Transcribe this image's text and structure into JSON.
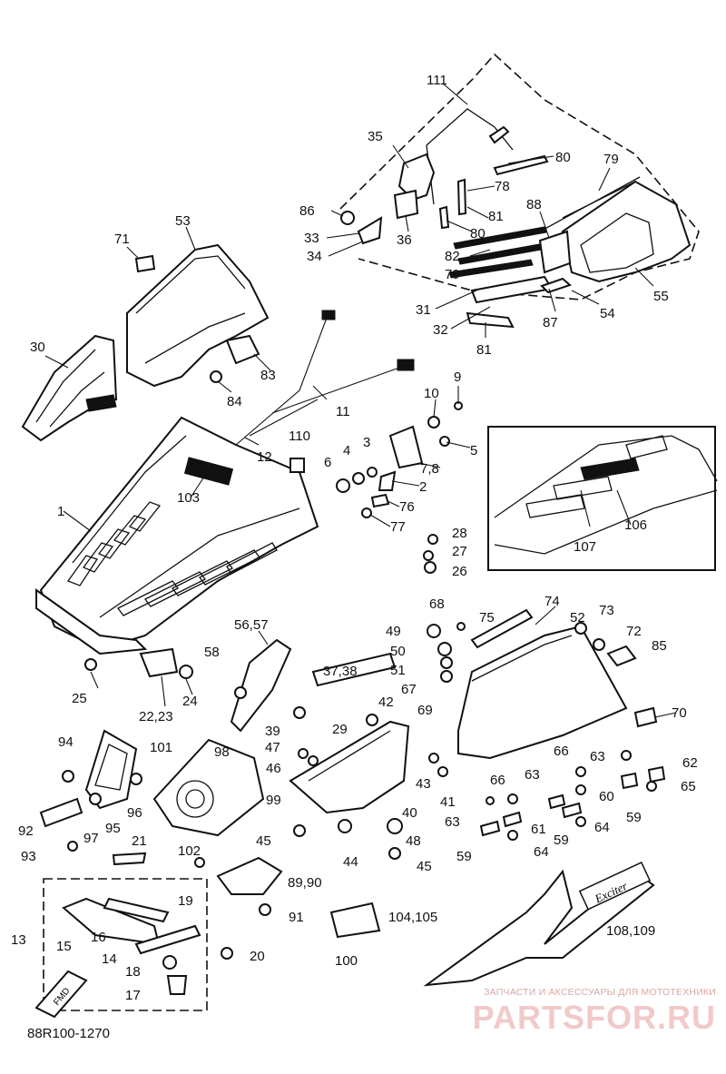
{
  "diagram": {
    "code": "88R100-1270",
    "labels": [
      "111",
      "35",
      "80",
      "79",
      "78",
      "86",
      "81",
      "88",
      "80",
      "33",
      "36",
      "34",
      "82",
      "79",
      "31",
      "32",
      "81",
      "87",
      "54",
      "55",
      "71",
      "53",
      "30",
      "83",
      "84",
      "11",
      "10",
      "9",
      "12",
      "110",
      "6",
      "4",
      "3",
      "5",
      "7,8",
      "2",
      "76",
      "77",
      "1",
      "103",
      "28",
      "27",
      "26",
      "106",
      "107",
      "68",
      "74",
      "56,57",
      "49",
      "75",
      "73",
      "52",
      "72",
      "50",
      "85",
      "51",
      "58",
      "67",
      "37,38",
      "69",
      "25",
      "42",
      "24",
      "22,23",
      "70",
      "39",
      "101",
      "98",
      "94",
      "47",
      "46",
      "29",
      "66",
      "63",
      "62",
      "99",
      "43",
      "66",
      "65",
      "63",
      "60",
      "59",
      "92",
      "97",
      "95",
      "96",
      "41",
      "40",
      "63",
      "61",
      "45",
      "48",
      "59",
      "64",
      "93",
      "21",
      "102",
      "44",
      "45",
      "59",
      "64",
      "89,90",
      "19",
      "91",
      "104,105",
      "108,109",
      "13",
      "15",
      "16",
      "14",
      "20",
      "100",
      "18",
      "17"
    ],
    "decal_text": "Exciter",
    "badge_text": "FMD"
  },
  "watermark": {
    "tagline": "ЗАПЧАСТИ И АКСЕССУАРЫ ДЛЯ МОТОТЕХНИКИ",
    "logo": "PARTSFOR.RU"
  }
}
